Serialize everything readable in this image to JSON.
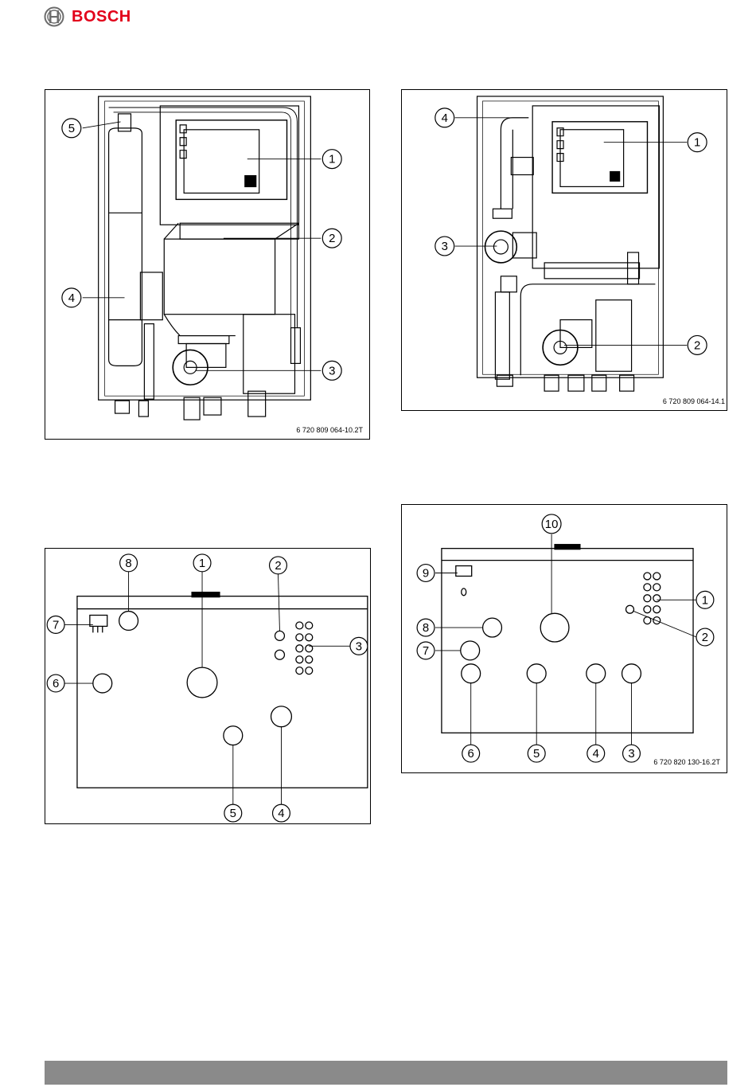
{
  "brand": {
    "name": "BOSCH",
    "color": "#e2001a"
  },
  "figures": [
    {
      "code": "6 720 809 064-10.2T",
      "callouts": [
        "5",
        "1",
        "2",
        "4",
        "3"
      ]
    },
    {
      "code": "6 720 809 064-14.1",
      "callouts": [
        "4",
        "1",
        "3",
        "2"
      ]
    },
    {
      "code": "",
      "callouts": [
        "8",
        "1",
        "2",
        "7",
        "3",
        "6",
        "5",
        "4"
      ]
    },
    {
      "code": "6 720 820 130-16.2T",
      "callouts": [
        "10",
        "9",
        "1",
        "8",
        "2",
        "7",
        "6",
        "5",
        "4",
        "3"
      ]
    }
  ],
  "footer": {
    "color": "#8a8a8a"
  }
}
